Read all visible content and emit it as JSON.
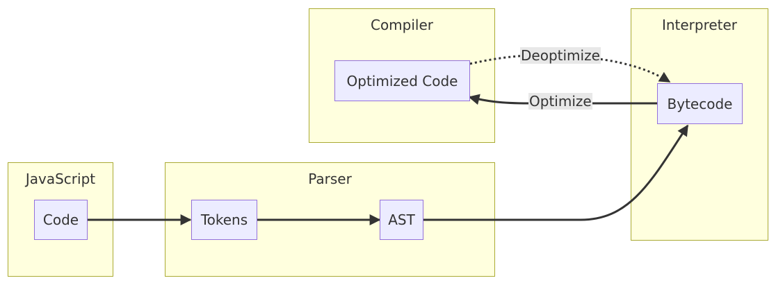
{
  "colors": {
    "cluster_fill": "#ffffde",
    "cluster_border": "#aaaa33",
    "node_fill": "#ececff",
    "node_border": "#9370db",
    "edge": "#333333",
    "edge_label_bg": "#e8e8e8",
    "text": "#333333"
  },
  "groups": {
    "javascript": {
      "title": "JavaScript"
    },
    "parser": {
      "title": "Parser"
    },
    "compiler": {
      "title": "Compiler"
    },
    "interpreter": {
      "title": "Interpreter"
    }
  },
  "nodes": {
    "code": "Code",
    "tokens": "Tokens",
    "ast": "AST",
    "optimized_code": "Optimized Code",
    "bytecode": "Bytecode"
  },
  "edge_labels": {
    "deoptimize": "Deoptimize",
    "optimize": "Optimize"
  }
}
